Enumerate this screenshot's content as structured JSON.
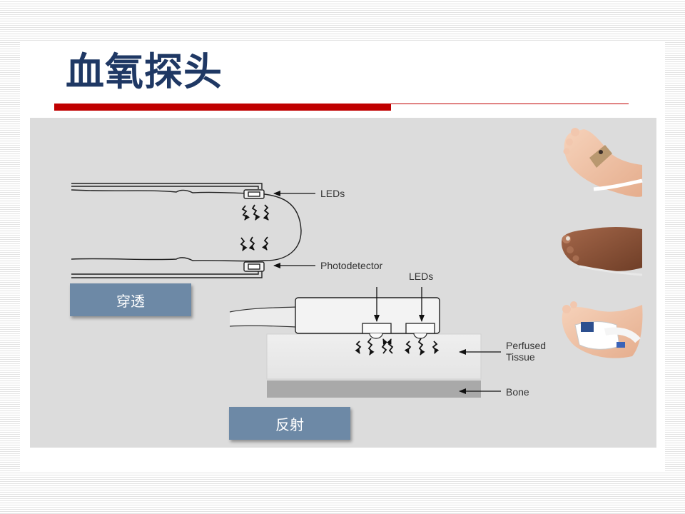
{
  "slide": {
    "title": "血氧探头"
  },
  "figure": {
    "transmission": {
      "caption": "穿透",
      "label_leds": "LEDs",
      "label_photodetector": "Photodetector"
    },
    "reflectance": {
      "caption": "反射",
      "label_leds": "LEDs",
      "label_perfused": "Perfused",
      "label_tissue": "Tissue",
      "label_bone": "Bone"
    }
  }
}
